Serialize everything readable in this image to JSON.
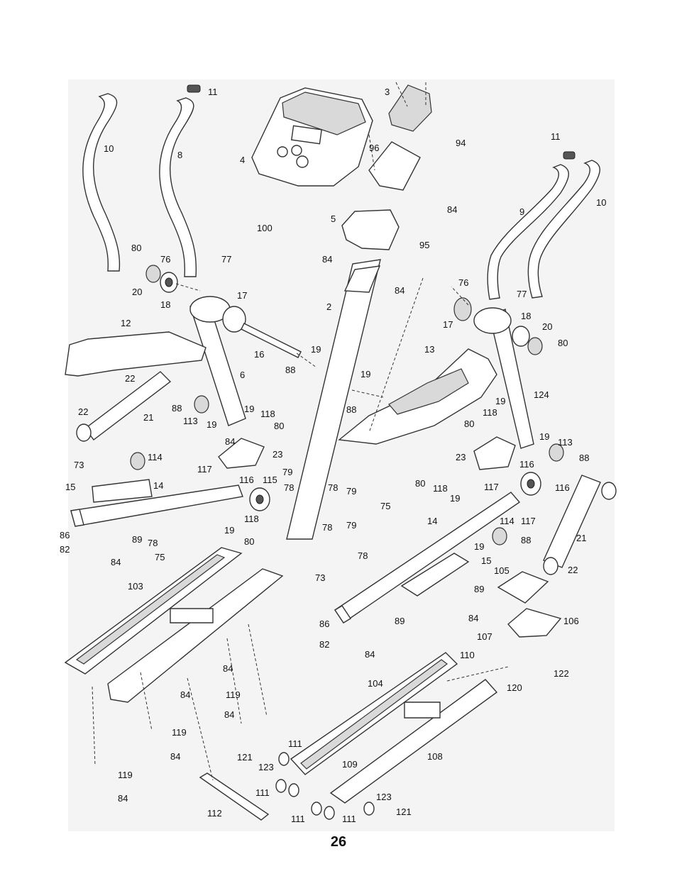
{
  "page_number": "26",
  "callouts": [
    "3",
    "11",
    "94",
    "96",
    "4",
    "11",
    "10",
    "8",
    "10",
    "9",
    "84",
    "5",
    "95",
    "100",
    "80",
    "76",
    "77",
    "84",
    "84",
    "76",
    "77",
    "20",
    "18",
    "17",
    "2",
    "17",
    "18",
    "20",
    "80",
    "12",
    "16",
    "19",
    "13",
    "88",
    "22",
    "6",
    "19",
    "88",
    "22",
    "21",
    "88",
    "113",
    "19",
    "19",
    "118",
    "80",
    "124",
    "19",
    "118",
    "80",
    "84",
    "19",
    "113",
    "88",
    "23",
    "23",
    "114",
    "73",
    "117",
    "116",
    "79",
    "116",
    "115",
    "116",
    "15",
    "14",
    "78",
    "78",
    "79",
    "80",
    "118",
    "19",
    "117",
    "75",
    "14",
    "86",
    "82",
    "89",
    "78",
    "75",
    "19",
    "118",
    "80",
    "78",
    "79",
    "114",
    "88",
    "117",
    "84",
    "78",
    "19",
    "21",
    "22",
    "73",
    "15",
    "105",
    "103",
    "89",
    "106",
    "89",
    "84",
    "86",
    "107",
    "82",
    "84",
    "110",
    "122",
    "120",
    "104",
    "84",
    "119",
    "84",
    "119",
    "84",
    "108",
    "111",
    "121",
    "123",
    "109",
    "84",
    "119",
    "84",
    "111",
    "111",
    "111",
    "123",
    "121",
    "112"
  ],
  "colors": {
    "ink": "#111111",
    "line": "#333333",
    "shade": "#d9d9d9",
    "paper": "#ffffff"
  }
}
